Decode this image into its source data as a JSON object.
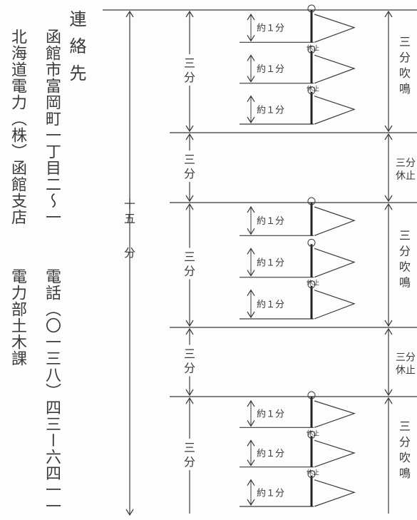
{
  "contact": {
    "label": "連絡先",
    "address": "函館市富岡町一丁目二〜一",
    "organization": "北海道電力（株）函館支店",
    "telephone": "電話（〇一三八）四三ー六四一一",
    "department": "電力部土木課"
  },
  "schedule": {
    "total_label": "十五分",
    "blocks": [
      {
        "type": "sound",
        "interval_label": "三分",
        "side_label": "三分吹鳴",
        "blasts": [
          {
            "label": "約１分",
            "pause_after": "休止"
          },
          {
            "label": "約１分",
            "pause_after": "休止"
          },
          {
            "label": "約１分"
          }
        ]
      },
      {
        "type": "rest",
        "interval_label": "三分",
        "side_label": "三分休止"
      },
      {
        "type": "sound",
        "interval_label": "三分",
        "side_label": "三分吹鳴",
        "blasts": [
          {
            "label": "約１分"
          },
          {
            "label": "約１分",
            "pause_after": "休止"
          },
          {
            "label": "約１分"
          }
        ]
      },
      {
        "type": "rest",
        "interval_label": "三分",
        "side_label": "三分休止"
      },
      {
        "type": "sound",
        "interval_label": "三分",
        "side_label": "三分吹鳴",
        "blasts": [
          {
            "label": "約１分",
            "pause_after": "休止"
          },
          {
            "label": "約１分",
            "pause_after": "休止"
          },
          {
            "label": "約１分"
          }
        ]
      }
    ]
  },
  "colors": {
    "ink": "#3a3a3a",
    "paper": "#fdfdfd"
  }
}
